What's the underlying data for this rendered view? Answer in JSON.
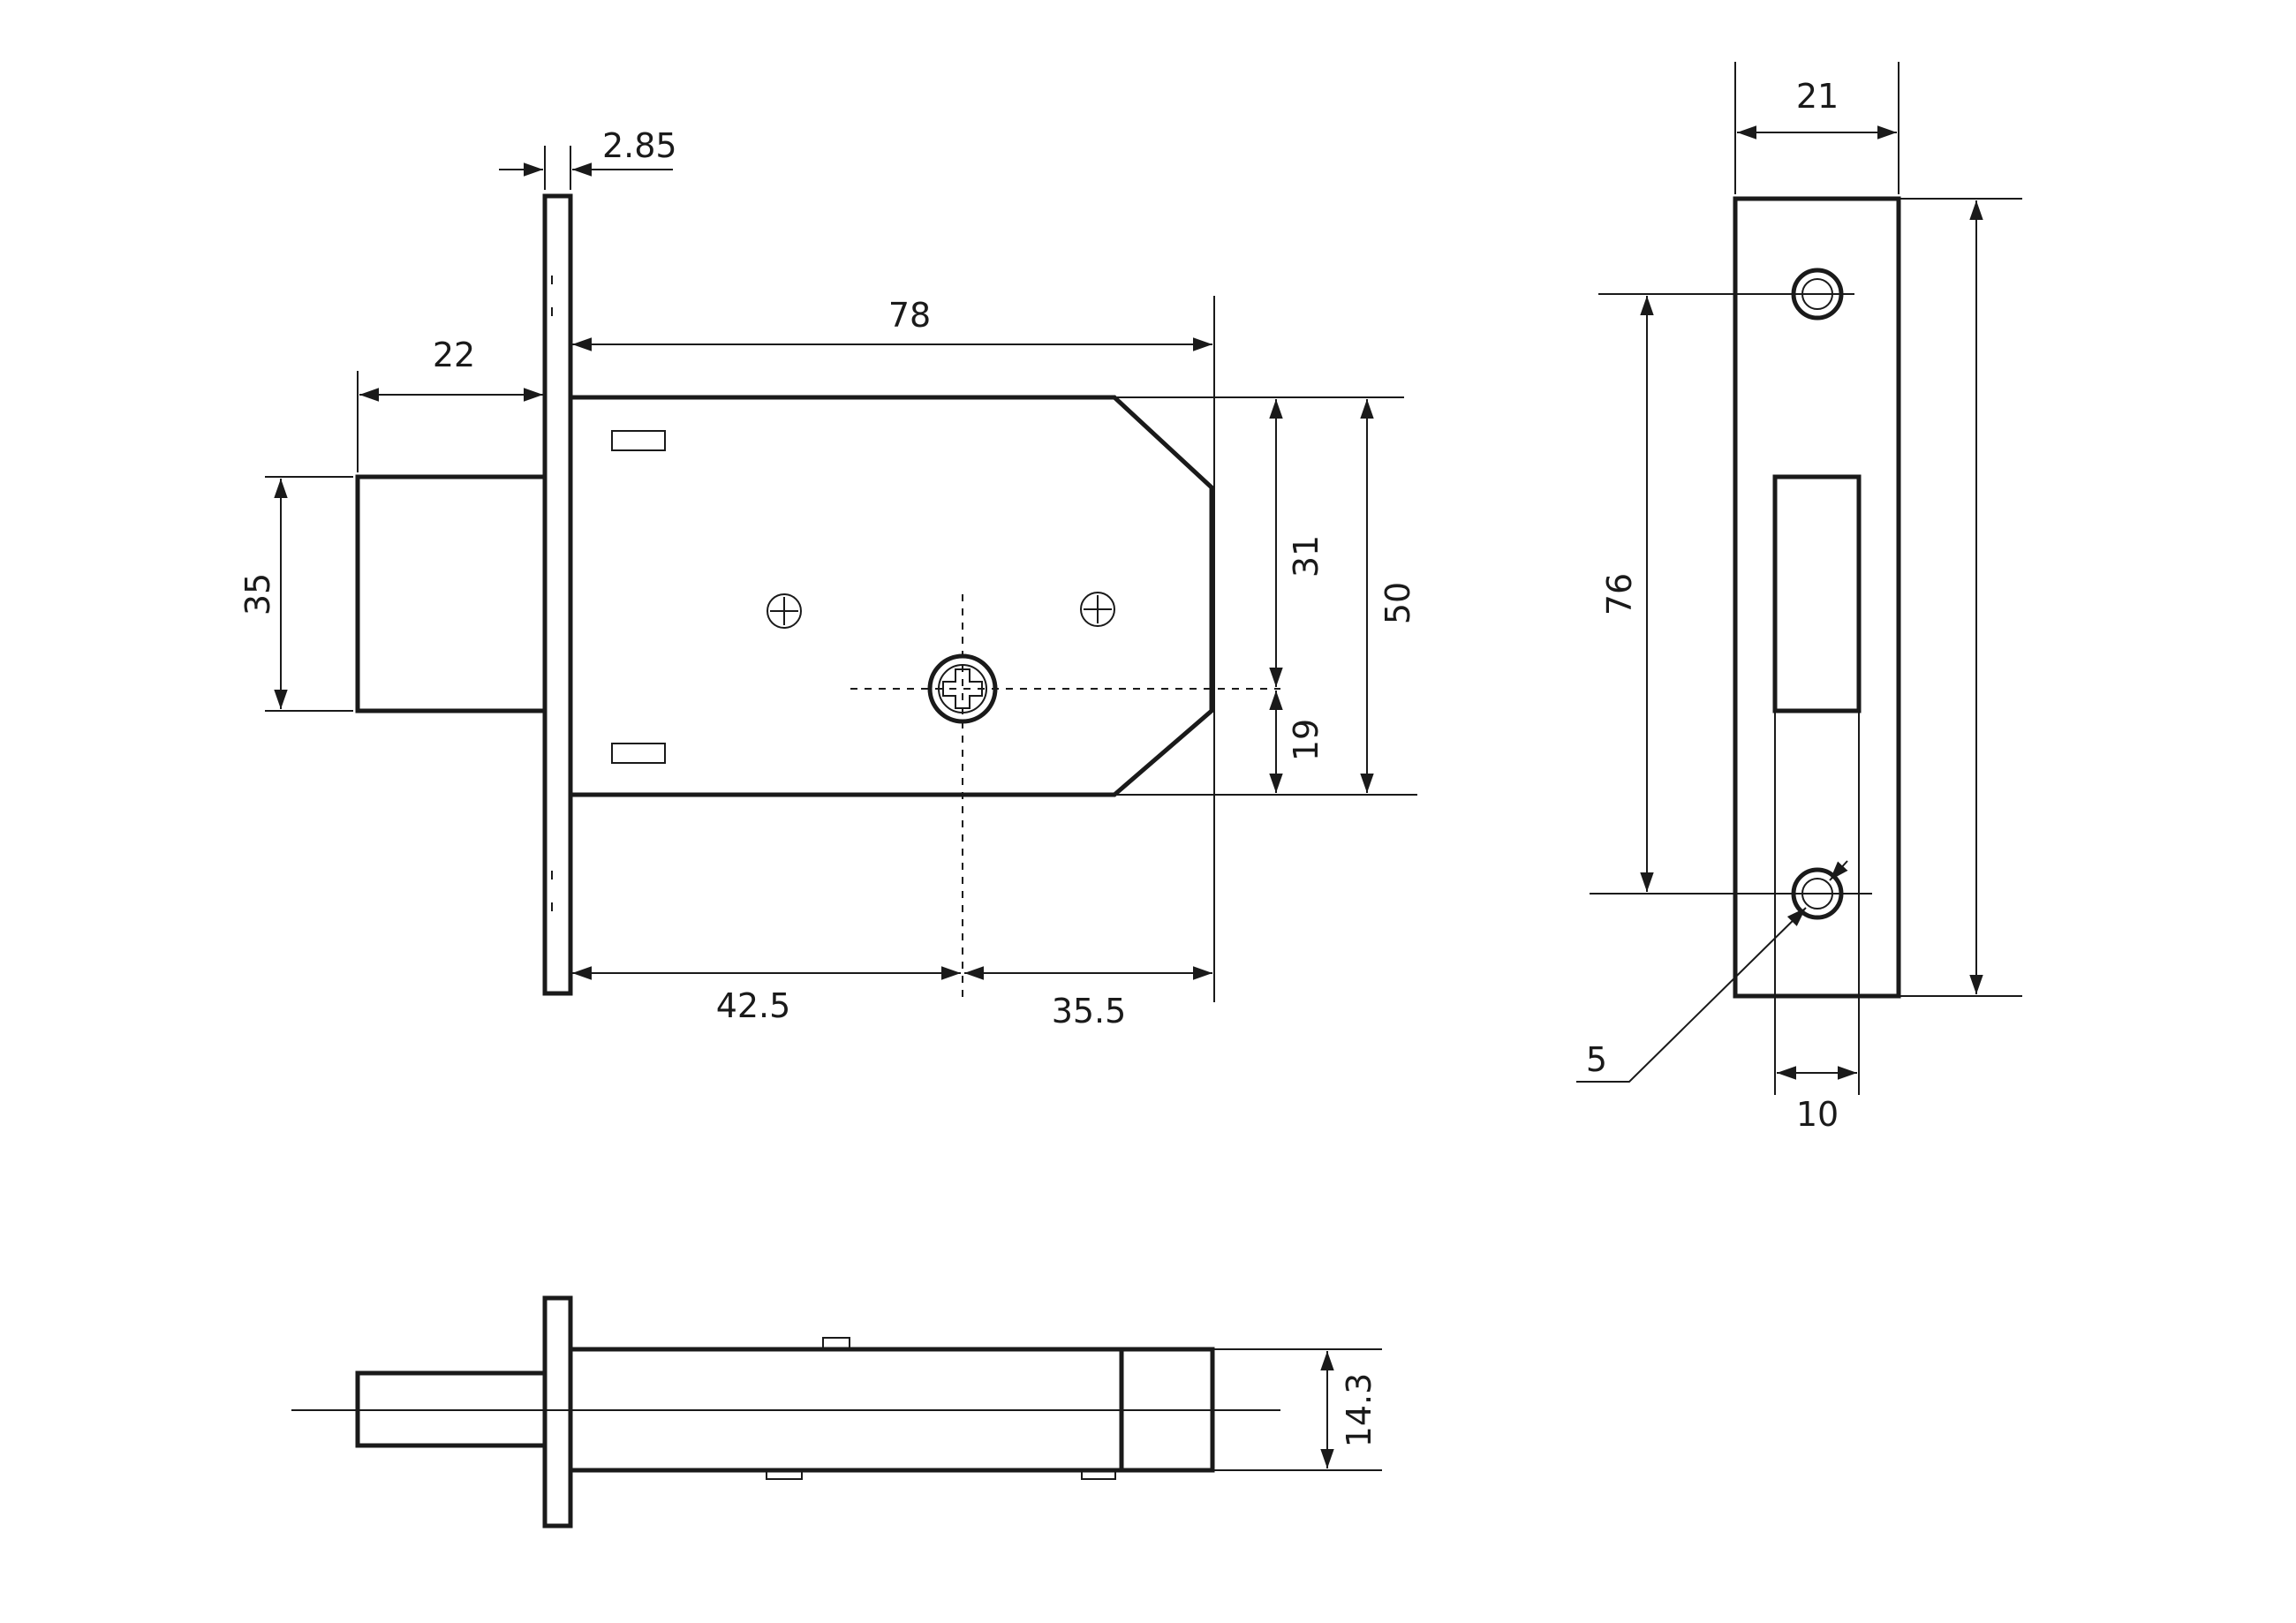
{
  "colors": {
    "line": "#1a1a1a",
    "background": "#ffffff"
  },
  "dimensions": {
    "faceplate_thickness": "2.85",
    "body_length": "78",
    "bolt_projection": "22",
    "bolt_height": "35",
    "upper_to_center": "31",
    "lower_to_center": "19",
    "body_height": "50",
    "backset_left": "42.5",
    "backset_right": "35.5",
    "faceplate_width": "21",
    "screw_spacing": "76",
    "screw_hole_diameter": "5",
    "bolt_slot_width": "10",
    "body_thickness": "14.3"
  }
}
